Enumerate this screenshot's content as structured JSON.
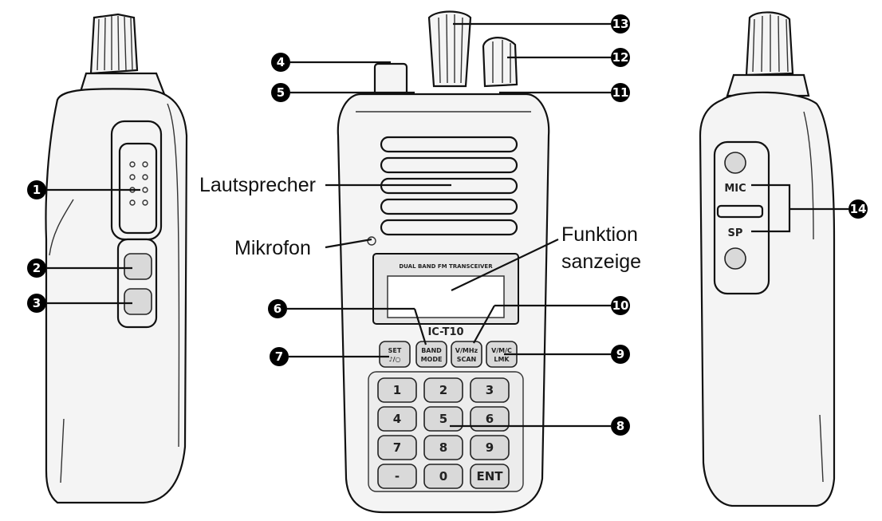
{
  "labels": {
    "speaker": "Lautsprecher",
    "microphone": "Mikrofon",
    "function_display_line1": "Funktion",
    "function_display_line2": "sanzeige"
  },
  "callouts": [
    "1",
    "2",
    "3",
    "4",
    "5",
    "6",
    "7",
    "8",
    "9",
    "10",
    "11",
    "12",
    "13",
    "14"
  ],
  "front": {
    "display_caption": "DUAL BAND FM TRANSCEIVER",
    "model": "IC-T10",
    "buttons": [
      {
        "line1": "SET",
        "line2": "♪/○"
      },
      {
        "line1": "BAND",
        "line2": "MODE"
      },
      {
        "line1": "V/MHz",
        "line2": "SCAN"
      },
      {
        "line1": "V/M/C",
        "line2": "LMK"
      }
    ],
    "keys": [
      "1",
      "2",
      "3",
      "4",
      "5",
      "6",
      "7",
      "8",
      "9",
      "-",
      "0",
      "ENT"
    ]
  },
  "right_side": {
    "mic_label": "MIC",
    "sp_label": "SP"
  },
  "colors": {
    "ink": "#111111",
    "body": "#f4f4f4",
    "keypad": "#d9d9d9",
    "callout_fill": "#000000"
  }
}
